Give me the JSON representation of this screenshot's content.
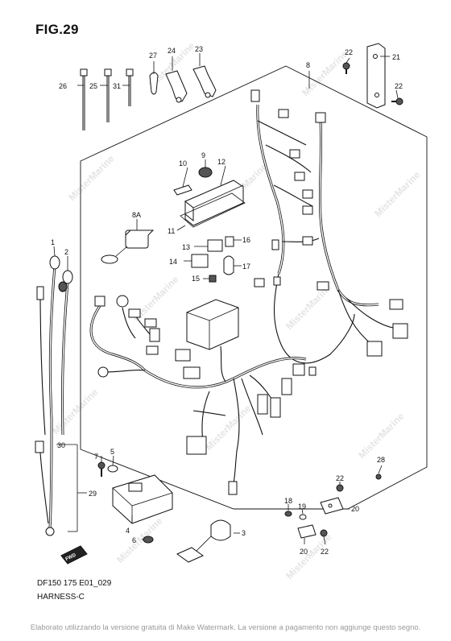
{
  "figure": {
    "title": "FIG.29",
    "model": "DF150 175 E01_029",
    "section": "HARNESS-C",
    "notice": "Elaborato utilizzando la versione gratuita di Make Watermark. La versione a pagamento non aggiunge questo segno.",
    "watermark": "MisterMarine",
    "badge": "FWD"
  },
  "callouts": {
    "c1": "1",
    "c2": "2",
    "c3": "3",
    "c4": "4",
    "c5": "5",
    "c6": "6",
    "c7": "7",
    "c8": "8",
    "c8A": "8A",
    "c9": "9",
    "c10": "10",
    "c11": "11",
    "c12": "12",
    "c13": "13",
    "c14": "14",
    "c15": "15",
    "c16": "16",
    "c17": "17",
    "c18": "18",
    "c19": "19",
    "c20a": "20",
    "c20b": "20",
    "c21": "21",
    "c22a": "22",
    "c22b": "22",
    "c22c": "22",
    "c22d": "22",
    "c23": "23",
    "c24": "24",
    "c25": "25",
    "c26": "26",
    "c27": "27",
    "c28": "28",
    "c29": "29",
    "c30": "30",
    "c31": "31"
  }
}
